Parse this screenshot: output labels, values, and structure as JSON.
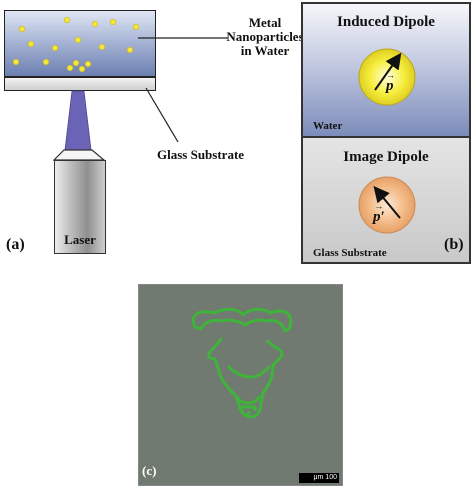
{
  "panel_a": {
    "label": "(a)",
    "metal_label_line1": "Metal",
    "metal_label_line2": "Nanoparticles",
    "metal_label_line3": "in Water",
    "glass_label": "Glass Substrate",
    "laser_label": "Laser"
  },
  "panel_b": {
    "label": "(b)",
    "induced_title": "Induced Dipole",
    "image_title": "Image Dipole",
    "water_label": "Water",
    "glass_label": "Glass Substrate",
    "induced_vector": "p",
    "image_vector": "p′"
  },
  "panel_c": {
    "label": "(c)",
    "scale_text": "μm 100"
  },
  "colors": {
    "nanoparticle": "#f4e63a",
    "beam": "#6b63b5",
    "induced_sphere": "#f6ee3c",
    "image_sphere": "#f2b883",
    "fluorescence": "#3fb43a"
  }
}
